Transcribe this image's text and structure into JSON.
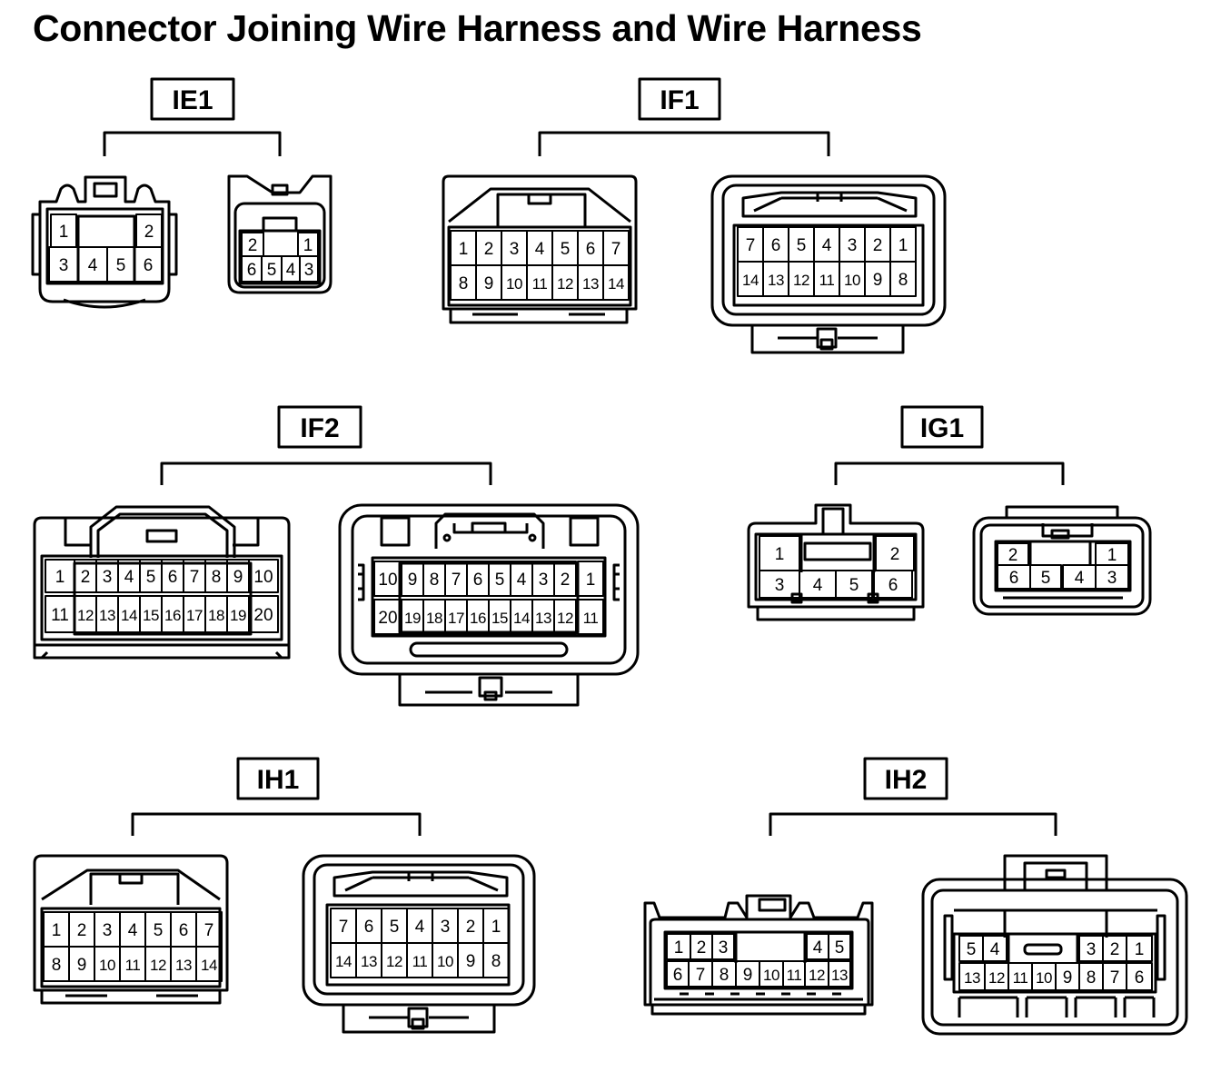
{
  "title": "Connector Joining Wire Harness and Wire Harness",
  "colors": {
    "line": "#000000",
    "background": "#ffffff"
  },
  "connectors": [
    {
      "id": "IE1",
      "female": {
        "rows": [
          [
            "1",
            "",
            "",
            "2"
          ],
          [
            "3",
            "4",
            "5",
            "6"
          ]
        ]
      },
      "male": {
        "rows": [
          [
            "2",
            "",
            "1"
          ],
          [
            "6",
            "5",
            "4",
            "3"
          ]
        ]
      }
    },
    {
      "id": "IF1",
      "female": {
        "rows": [
          [
            "1",
            "2",
            "3",
            "4",
            "5",
            "6",
            "7"
          ],
          [
            "8",
            "9",
            "10",
            "11",
            "12",
            "13",
            "14"
          ]
        ]
      },
      "male": {
        "rows": [
          [
            "7",
            "6",
            "5",
            "4",
            "3",
            "2",
            "1"
          ],
          [
            "14",
            "13",
            "12",
            "11",
            "10",
            "9",
            "8"
          ]
        ]
      }
    },
    {
      "id": "IF2",
      "female": {
        "rows": [
          [
            "1",
            "2",
            "3",
            "4",
            "5",
            "6",
            "7",
            "8",
            "9",
            "10"
          ],
          [
            "11",
            "12",
            "13",
            "14",
            "15",
            "16",
            "17",
            "18",
            "19",
            "20"
          ]
        ]
      },
      "male": {
        "rows": [
          [
            "10",
            "9",
            "8",
            "7",
            "6",
            "5",
            "4",
            "3",
            "2",
            "1"
          ],
          [
            "20",
            "19",
            "18",
            "17",
            "16",
            "15",
            "14",
            "13",
            "12",
            "11"
          ]
        ]
      }
    },
    {
      "id": "IG1",
      "female": {
        "rows": [
          [
            "1",
            "2"
          ],
          [
            "3",
            "4",
            "5",
            "6"
          ]
        ]
      },
      "male": {
        "rows": [
          [
            "2",
            "1"
          ],
          [
            "6",
            "5",
            "4",
            "3"
          ]
        ]
      }
    },
    {
      "id": "IH1",
      "female": {
        "rows": [
          [
            "1",
            "2",
            "3",
            "4",
            "5",
            "6",
            "7"
          ],
          [
            "8",
            "9",
            "10",
            "11",
            "12",
            "13",
            "14"
          ]
        ]
      },
      "male": {
        "rows": [
          [
            "7",
            "6",
            "5",
            "4",
            "3",
            "2",
            "1"
          ],
          [
            "14",
            "13",
            "12",
            "11",
            "10",
            "9",
            "8"
          ]
        ]
      }
    },
    {
      "id": "IH2",
      "female": {
        "rows": [
          [
            "1",
            "2",
            "3",
            "",
            "4",
            "5"
          ],
          [
            "6",
            "7",
            "8",
            "9",
            "10",
            "11",
            "12",
            "13"
          ]
        ]
      },
      "male": {
        "rows": [
          [
            "5",
            "4",
            "",
            "3",
            "2",
            "1"
          ],
          [
            "13",
            "12",
            "11",
            "10",
            "9",
            "8",
            "7",
            "6"
          ]
        ]
      }
    }
  ]
}
